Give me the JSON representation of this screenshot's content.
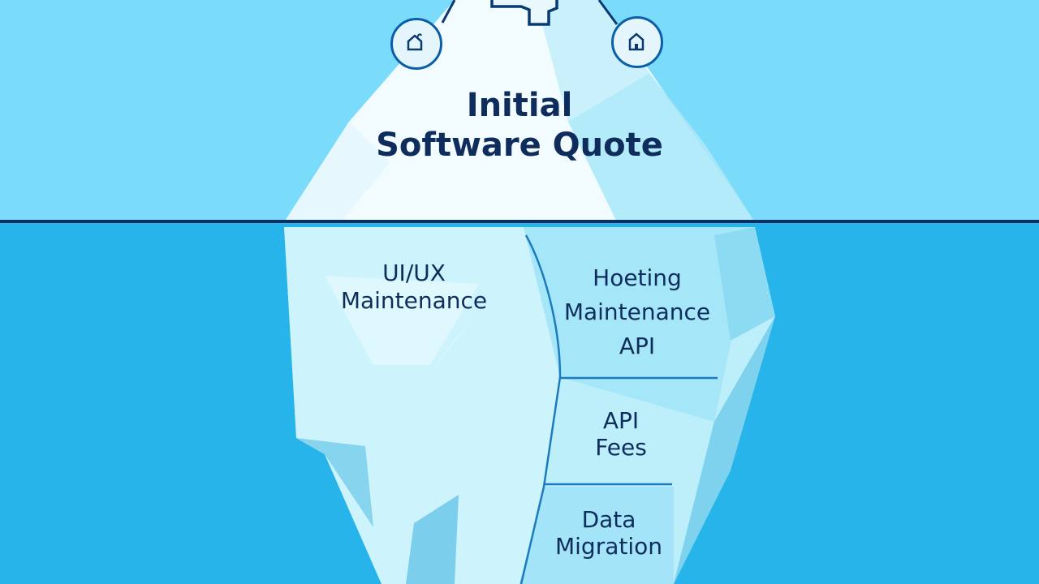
{
  "colors": {
    "sky": "#7adcfa",
    "sea": "#27b4ea",
    "waterline": "#0c2f63",
    "text": "#0f2d5c",
    "ice_light": "#f2fbfe",
    "ice_mid": "#c9f0fb",
    "ice_shade": "#9fe4f7",
    "ice_dark": "#74cdeb",
    "divider": "#1a7bbf"
  },
  "diagram": {
    "above_water": {
      "title_line1": "Initial",
      "title_line2": "Software Quote",
      "icons": [
        {
          "name": "house-icon-left"
        },
        {
          "name": "house-icon-right"
        },
        {
          "name": "peak-device-icon"
        }
      ]
    },
    "below_water": {
      "sections": [
        {
          "line1": "UI/UX",
          "line2": "Maintenance"
        },
        {
          "line1": "Hoeting",
          "line2": "Maintenance",
          "line3": "API"
        },
        {
          "line1": "API",
          "line2": "Fees"
        },
        {
          "line1": "Data",
          "line2": "Migration"
        }
      ]
    }
  }
}
